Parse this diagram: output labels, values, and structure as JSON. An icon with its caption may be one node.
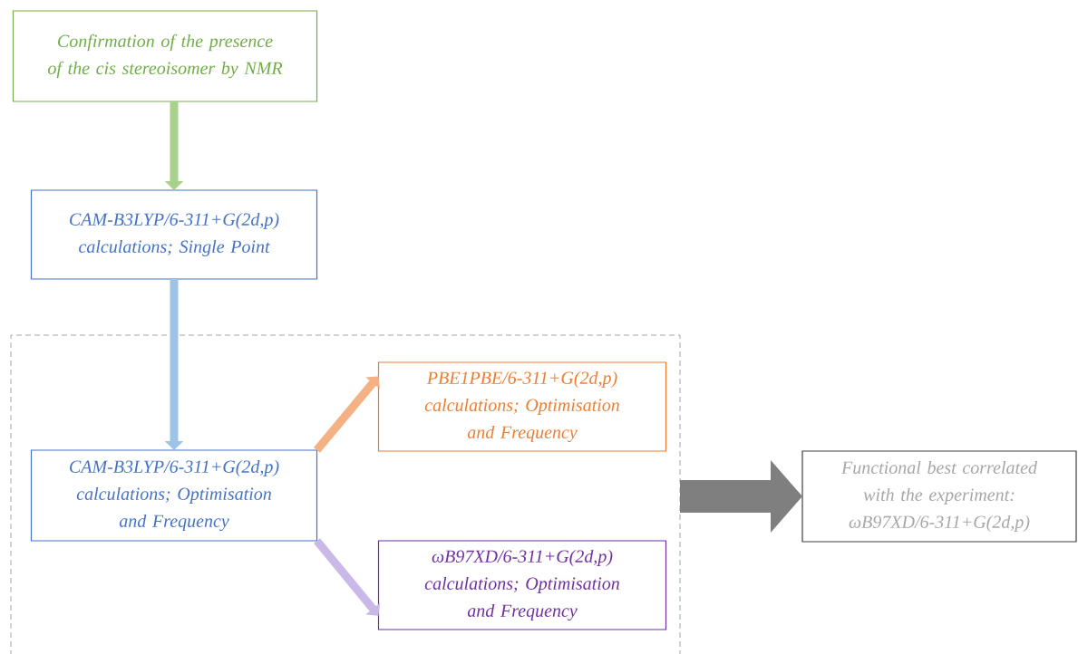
{
  "diagram": {
    "nodes": [
      {
        "text": [
          "Confirmation of the presence of the cis stereoisomer by NMR"
        ]
      },
      {
        "text": [
          "CAM-B3LYP/6-311+G(2d,p) calculations; Single Point"
        ]
      },
      {
        "text": [],
        "shape": "box"
      },
      {
        "text": [
          "CAM-B3LYP/6-311+G(2d,p) calculations; Optimisation and Frequency"
        ],
        "in": 2
      },
      {
        "text": [
          "PBE1PBE/6-311+G(2d,p) calculations; Optimisation and Frequency"
        ],
        "in": 2
      },
      {
        "text": [
          "ωB97XD/6-311+G(2d,p) calculations; Optimisation and Frequency"
        ],
        "in": 2
      },
      {
        "text": [
          "Functional best correlated with the experiment: ωB97XD/6-311+G(2d,p)"
        ]
      }
    ],
    "edges": [
      {
        "from": 0,
        "to": 1,
        "arrow": "to",
        "color": "#a9d18e"
      },
      {
        "from": 1,
        "to": 3,
        "arrow": "to",
        "color": "#9dc3e6"
      },
      {
        "from": 3,
        "to": 4,
        "arrow": "to",
        "color": "#f4b183"
      },
      {
        "from": 3,
        "to": 5,
        "arrow": "to",
        "color": "#c9b8e8"
      },
      {
        "from": 2,
        "to": 6,
        "arrow": "to",
        "style": "thick",
        "color": "#7f7f7f"
      }
    ]
  }
}
